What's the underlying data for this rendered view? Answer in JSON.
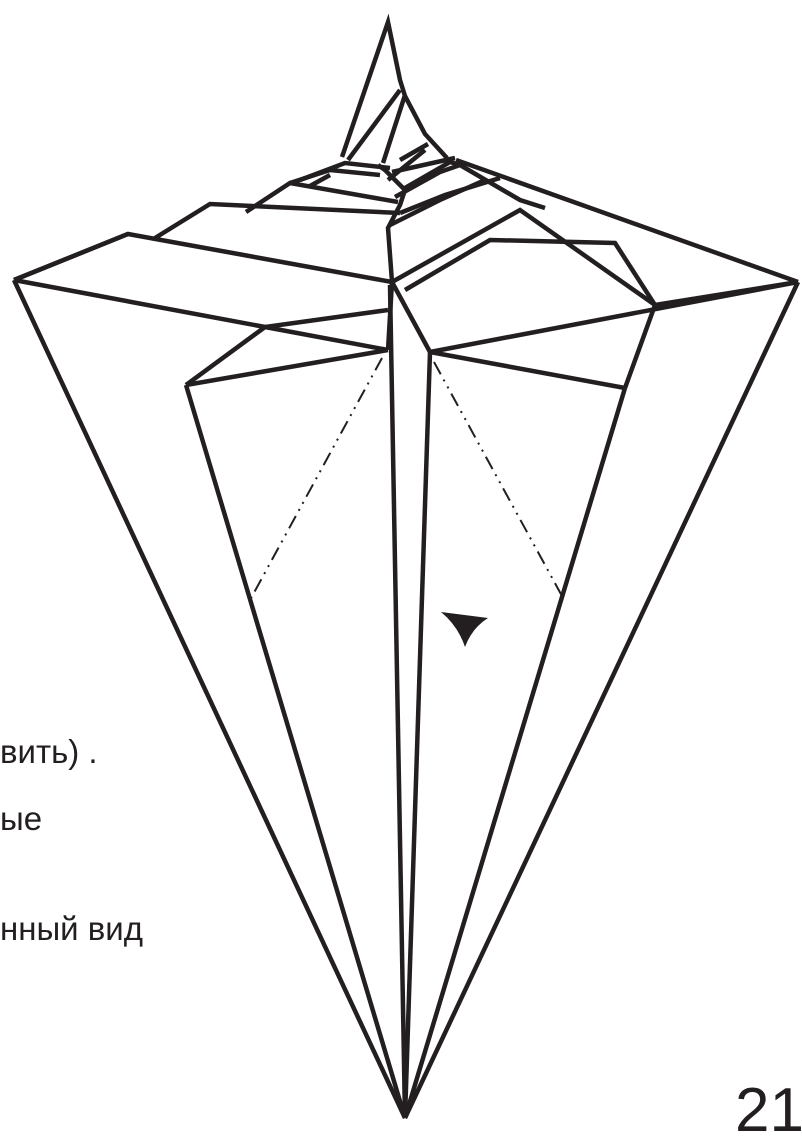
{
  "text_fragments": [
    "вить) .",
    "ые",
    "нный вид"
  ],
  "page_number": "21",
  "colors": {
    "line": "#231f20",
    "background": "#ffffff"
  },
  "icons": [
    "direction-arrowhead-icon"
  ]
}
